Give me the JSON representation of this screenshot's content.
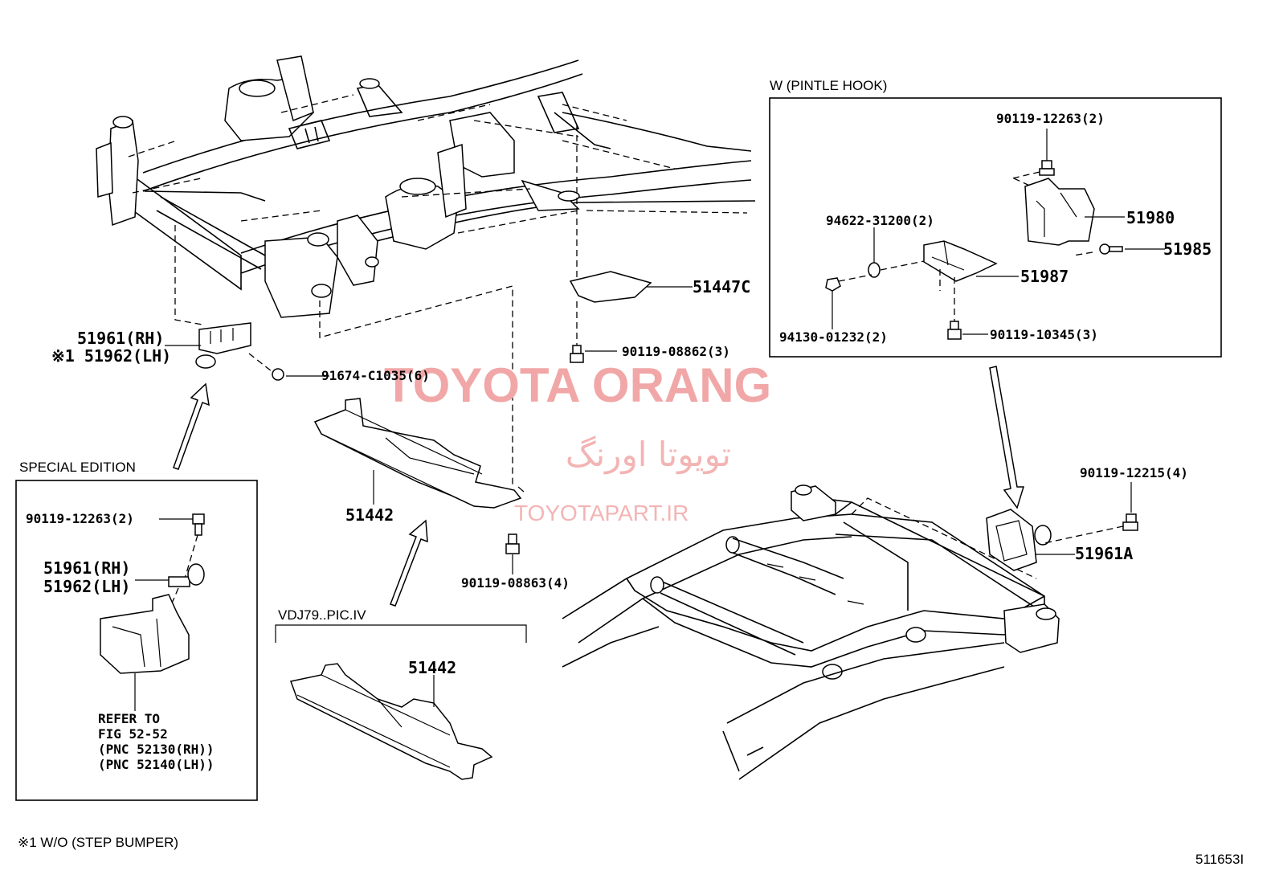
{
  "watermark": {
    "brand": "TOYOTA ORANG",
    "brand_fa": "تویوتا اورنگ",
    "site": "TOYOTAPART.IR"
  },
  "captions": {
    "pintle_hook": "W (PINTLE HOOK)",
    "special_edition": "SPECIAL EDITION",
    "vdj79": "VDJ79..PIC.IV",
    "footnote": "※1  W/O (STEP BUMPER)",
    "diagram_code": "511653I"
  },
  "callouts": {
    "p51961_rh": "51961(RH)",
    "p51962_lh": "※1 51962(LH)",
    "p91674": "91674-C1035(6)",
    "p51447c": "51447C",
    "p90119_08862": "90119-08862(3)",
    "p51442_main": "51442",
    "p90119_08863": "90119-08863(4)",
    "p51442_vdj": "51442",
    "p90119_12215": "90119-12215(4)",
    "p51961a": "51961A"
  },
  "pintle_box": {
    "p90119_12263": "90119-12263(2)",
    "p94622": "94622-31200(2)",
    "p51980": "51980",
    "p51985": "51985",
    "p51987": "51987",
    "p94130": "94130-01232(2)",
    "p90119_10345": "90119-10345(3)"
  },
  "special_box": {
    "p90119_12263": "90119-12263(2)",
    "p51961_rh": "51961(RH)",
    "p51962_lh": "51962(LH)",
    "refer_1": "REFER TO",
    "refer_2": "FIG 52-52",
    "refer_3": "(PNC 52130(RH))",
    "refer_4": "(PNC 52140(LH))"
  }
}
